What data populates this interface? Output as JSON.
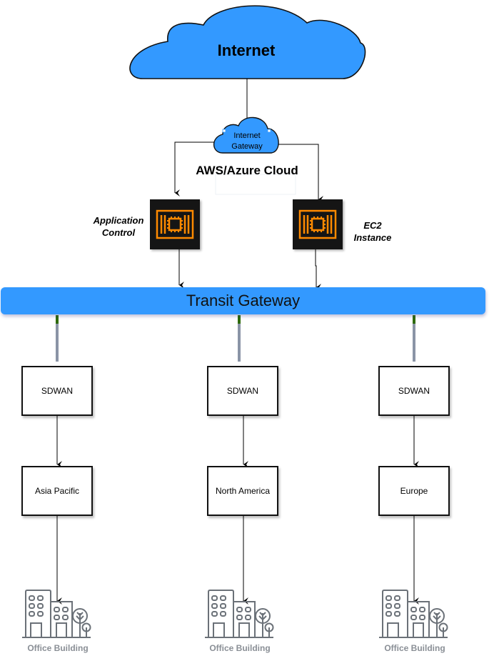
{
  "diagram": {
    "internet": {
      "label": "Internet",
      "fill": "#3399ff"
    },
    "internet_gateway": {
      "label_line1": "Internet",
      "label_line2": "Gateway"
    },
    "cloud_title": "AWS/Azure Cloud",
    "left_instance": {
      "label_line1": "Application",
      "label_line2": "Control",
      "icon": "ec2-chip-icon"
    },
    "right_instance": {
      "label_line1": "EC2",
      "label_line2": "Instance",
      "icon": "ec2-chip-icon"
    },
    "transit_gateway": {
      "label": "Transit Gateway",
      "fill": "#3399ff"
    },
    "branches": [
      {
        "sdwan": "SDWAN",
        "region": "Asia Pacific",
        "office": "Office Building"
      },
      {
        "sdwan": "SDWAN",
        "region": "North America",
        "office": "Office Building"
      },
      {
        "sdwan": "SDWAN",
        "region": "Europe",
        "office": "Office Building"
      }
    ],
    "colors": {
      "accent_orange": "#ff8a00",
      "chip_bg": "#151515",
      "connector_green": "#2e6b0a",
      "connector_gray": "#8a94a6",
      "office_gray": "#6b7178"
    }
  }
}
